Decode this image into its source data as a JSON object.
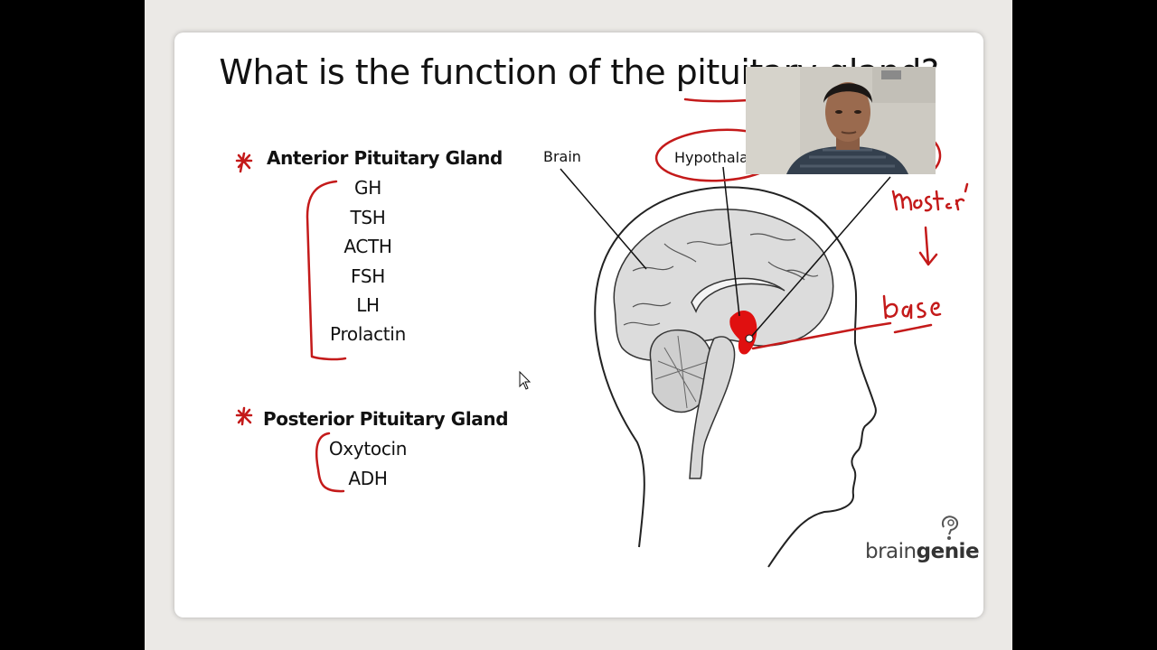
{
  "slide": {
    "title": "What is the function of the pituitary gland?",
    "anterior": {
      "heading": "Anterior Pituitary Gland",
      "items": [
        "GH",
        "TSH",
        "ACTH",
        "FSH",
        "LH",
        "Prolactin"
      ]
    },
    "posterior": {
      "heading": "Posterior Pituitary Gland",
      "items": [
        "Oxytocin",
        "ADH"
      ]
    },
    "diagram": {
      "label_brain": "Brain",
      "label_hypothalamus": "Hypothala"
    },
    "annotations": {
      "master": "'Master'",
      "base": "base"
    },
    "logo": {
      "part1": "brain",
      "part2": "genie"
    }
  },
  "icons": [
    "star-icon",
    "cursor-icon",
    "logo-icon"
  ],
  "colors": {
    "ink": "#c41a1a",
    "text": "#111111",
    "pituitary": "#e01010"
  }
}
